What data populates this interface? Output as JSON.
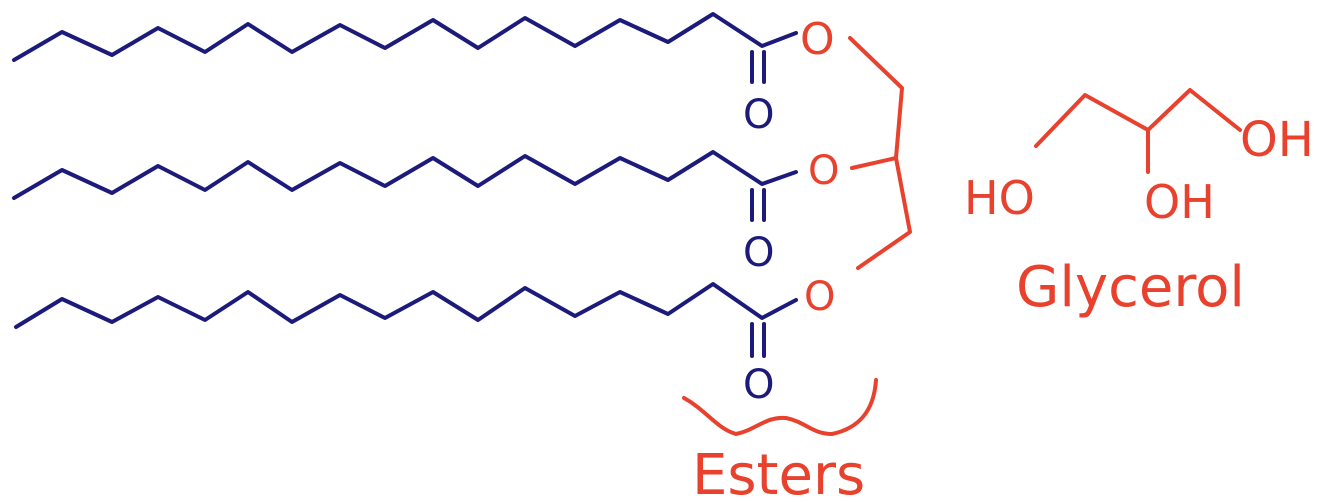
{
  "colors": {
    "chain": "#1c1a7a",
    "glycerol": "#e8412d"
  },
  "atoms": {
    "carbonyl_oxygen": "O",
    "ester_oxygen": "O",
    "hydroxyl_left": "HO",
    "hydroxyl_middle": "OH",
    "hydroxyl_right": "OH"
  },
  "labels": {
    "esters": "Esters",
    "glycerol": "Glycerol"
  },
  "chains": [
    {
      "name": "chain-top"
    },
    {
      "name": "chain-middle"
    },
    {
      "name": "chain-bottom"
    }
  ]
}
